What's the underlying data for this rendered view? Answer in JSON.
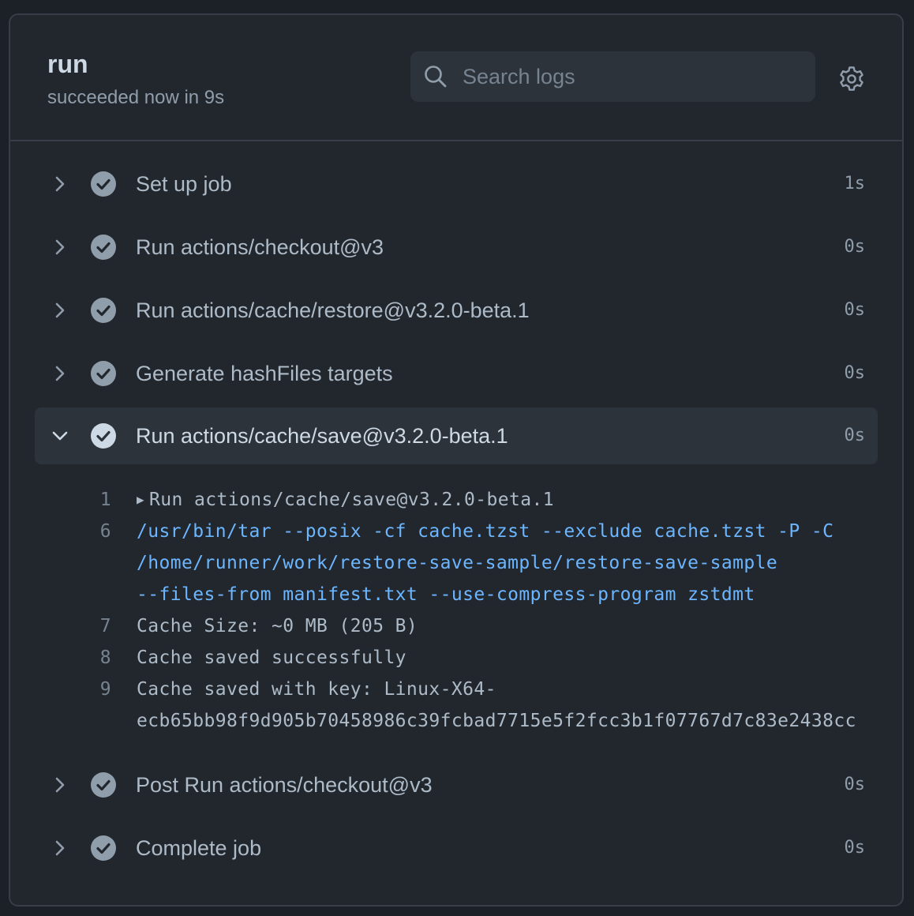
{
  "header": {
    "title": "run",
    "subtitle": "succeeded now in 9s",
    "search_placeholder": "Search logs"
  },
  "steps": [
    {
      "name": "Set up job",
      "duration": "1s",
      "expanded": false
    },
    {
      "name": "Run actions/checkout@v3",
      "duration": "0s",
      "expanded": false
    },
    {
      "name": "Run actions/cache/restore@v3.2.0-beta.1",
      "duration": "0s",
      "expanded": false
    },
    {
      "name": "Generate hashFiles targets",
      "duration": "0s",
      "expanded": false
    },
    {
      "name": "Run actions/cache/save@v3.2.0-beta.1",
      "duration": "0s",
      "expanded": true
    },
    {
      "name": "Post Run actions/checkout@v3",
      "duration": "0s",
      "expanded": false
    },
    {
      "name": "Complete job",
      "duration": "0s",
      "expanded": false
    }
  ],
  "log": {
    "lines": [
      {
        "num": "1",
        "text": "Run actions/cache/save@v3.2.0-beta.1"
      },
      {
        "num": "6",
        "text": "/usr/bin/tar --posix -cf cache.tzst --exclude cache.tzst -P -C"
      },
      {
        "num": "",
        "text": "/home/runner/work/restore-save-sample/restore-save-sample"
      },
      {
        "num": "",
        "text": "--files-from manifest.txt --use-compress-program zstdmt"
      },
      {
        "num": "7",
        "text": "Cache Size: ~0 MB (205 B)"
      },
      {
        "num": "8",
        "text": "Cache saved successfully"
      },
      {
        "num": "9",
        "text": "Cache saved with key: Linux-X64-"
      },
      {
        "num": "",
        "text": "ecb65bb98f9d905b70458986c39fcbad7715e5f2fcc3b1f07767d7c83e2438cc"
      }
    ]
  },
  "colors": {
    "background": "#22272e",
    "border": "#373e47",
    "command": "#6cb6ff",
    "success_icon": "#768390"
  },
  "icons": {
    "search": "search-icon",
    "settings": "gear-icon",
    "collapsed": "chevron-right-icon",
    "expanded": "chevron-down-icon",
    "status": "check-circle-icon"
  }
}
